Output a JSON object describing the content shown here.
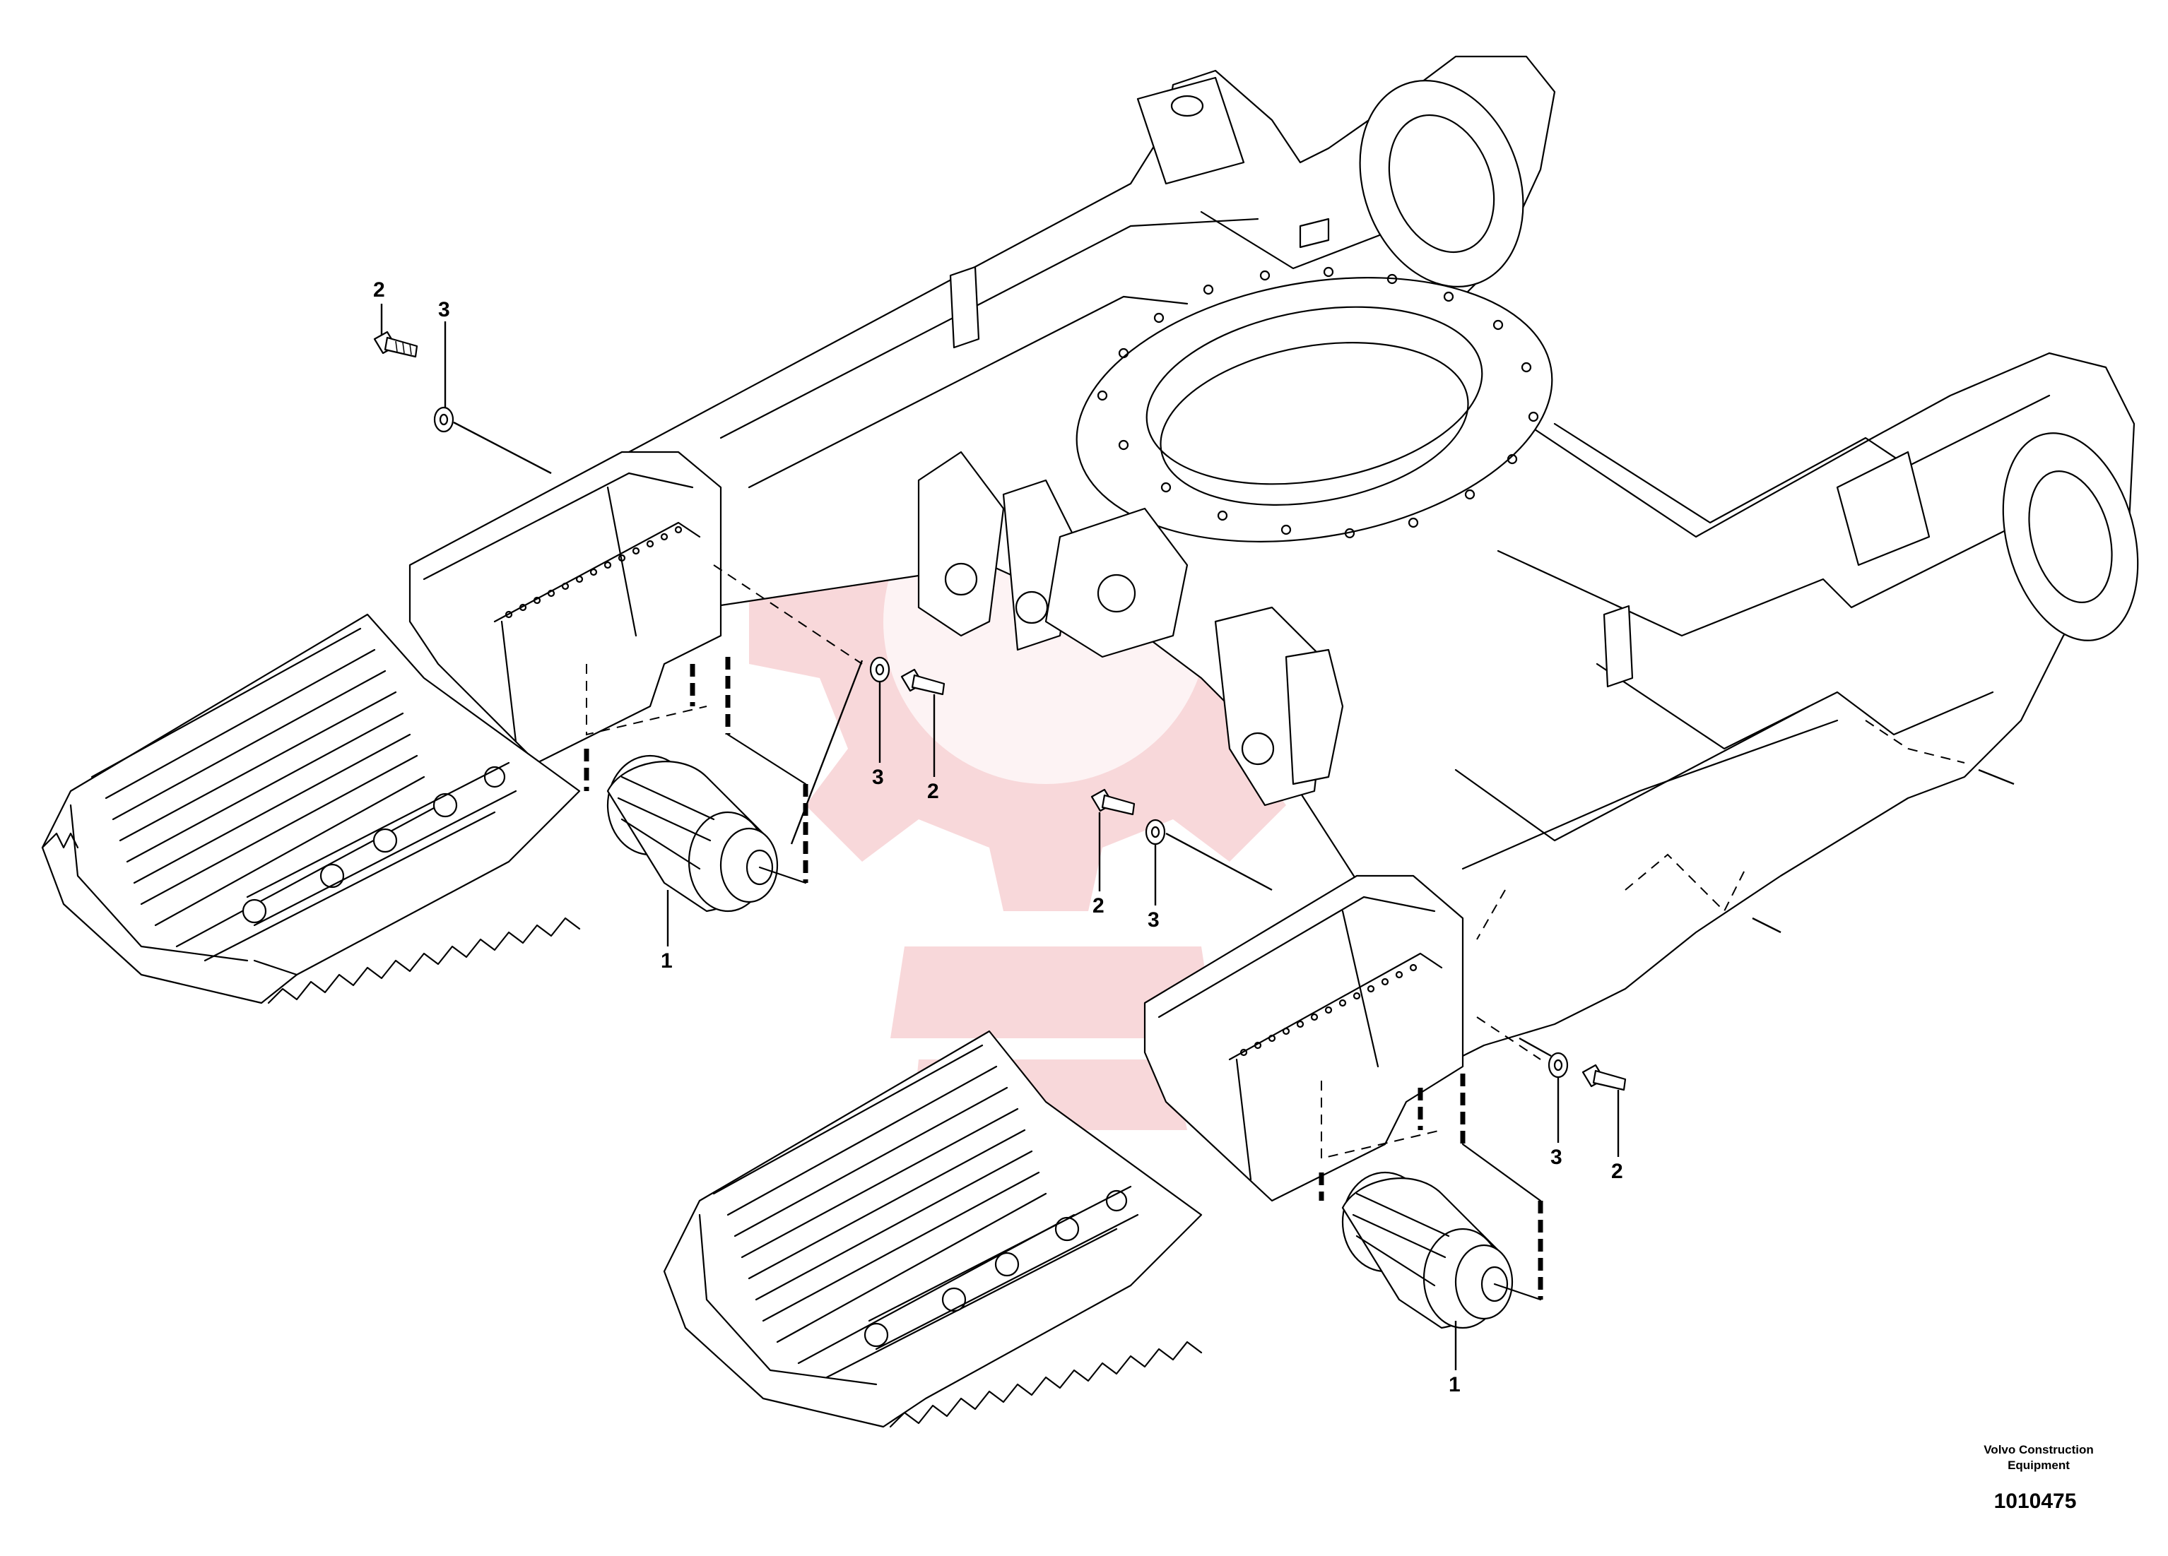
{
  "callouts": {
    "roller": "1",
    "bolt": "2",
    "washer": "3"
  },
  "credit": {
    "line1": "Volvo Construction",
    "line2": "Equipment"
  },
  "document_number": "1010475",
  "colors": {
    "line": "#000000",
    "watermark": "#f2b8bc",
    "background": "#ffffff"
  }
}
